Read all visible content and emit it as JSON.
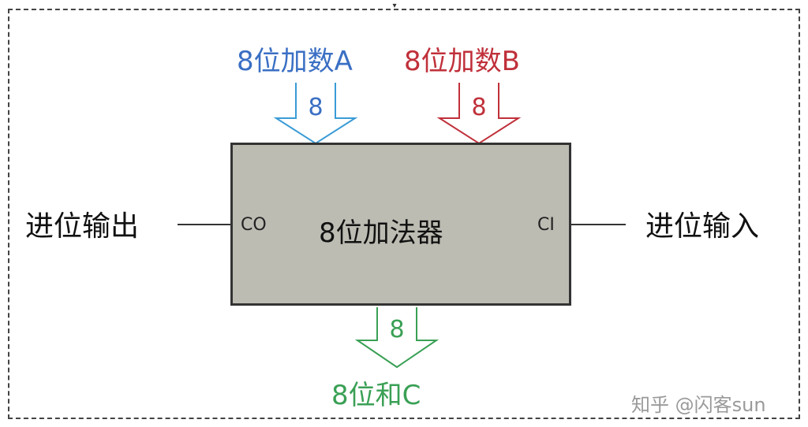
{
  "diagram": {
    "input_a": {
      "label": "8位加数A",
      "bus_width": "8",
      "color": "#3a6fc4"
    },
    "input_b": {
      "label": "8位加数B",
      "bus_width": "8",
      "color": "#c0303a"
    },
    "adder": {
      "name": "8位加法器",
      "carry_out_port": "CO",
      "carry_in_port": "CI",
      "fill_color": "#bdbcb3"
    },
    "output_sum": {
      "label": "8位和C",
      "bus_width": "8",
      "color": "#3aa055"
    },
    "carry_out_label": "进位输出",
    "carry_in_label": "进位输入"
  },
  "watermark": "知乎 @闪客sun"
}
